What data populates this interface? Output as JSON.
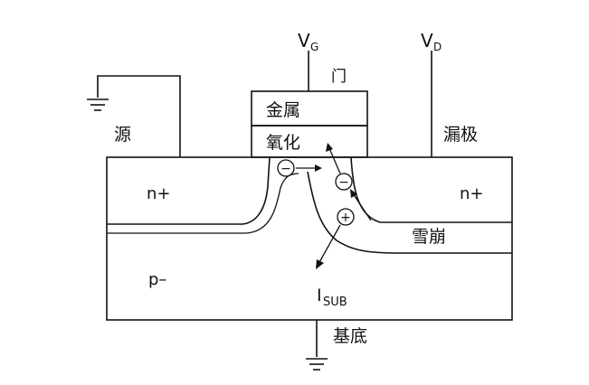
{
  "labels": {
    "vg_main": "V",
    "vg_sub": "G",
    "vd_main": "V",
    "vd_sub": "D",
    "gate": "门",
    "metal": "金属",
    "oxide": "氧化",
    "source": "源",
    "drain": "漏极",
    "n_plus_left": "n+",
    "n_plus_right": "n+",
    "p_minus": "p–",
    "avalanche": "雪崩",
    "isub_main": "I",
    "isub_sub": "SUB",
    "substrate": "基底"
  },
  "carriers": {
    "electron": "−",
    "hole": "+"
  }
}
